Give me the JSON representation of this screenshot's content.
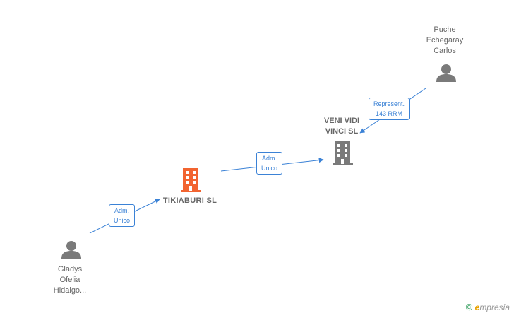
{
  "nodes": {
    "puche": {
      "lines": [
        "Puche",
        "Echegaray",
        "Carlos"
      ]
    },
    "veni": {
      "lines": [
        "VENI VIDI",
        "VINCI SL"
      ]
    },
    "tikiaburi": {
      "label": "TIKIABURI  SL"
    },
    "gladys": {
      "lines": [
        "Gladys",
        "Ofelia",
        "Hidalgo..."
      ]
    }
  },
  "edges": {
    "represent": {
      "lines": [
        "Represent.",
        "143 RRM"
      ]
    },
    "adm_veni": {
      "lines": [
        "Adm.",
        "Unico"
      ]
    },
    "adm_tiki": {
      "lines": [
        "Adm.",
        "Unico"
      ]
    }
  },
  "colors": {
    "edge": "#3b82d6",
    "person": "#7a7a7a",
    "company": "#7a7a7a",
    "main_company": "#f26430"
  },
  "watermark": {
    "symbol": "©",
    "brand_initial": "e",
    "brand_rest": "mpresia"
  }
}
